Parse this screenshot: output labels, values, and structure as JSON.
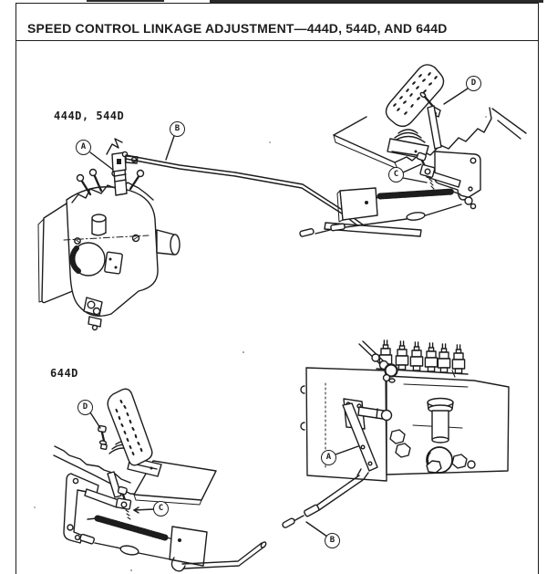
{
  "page": {
    "title": "SPEED CONTROL LINKAGE ADJUSTMENT—444D, 544D, AND 644D"
  },
  "figures": {
    "top": {
      "label": "444D, 544D",
      "callouts": {
        "a": "A",
        "b": "B",
        "c": "C",
        "d": "D"
      }
    },
    "bottom": {
      "label": "644D",
      "callouts": {
        "a": "A",
        "b": "B",
        "c": "C",
        "d": "D"
      }
    }
  },
  "colors": {
    "ink": "#1d1d1d",
    "paper": "#ffffff"
  }
}
